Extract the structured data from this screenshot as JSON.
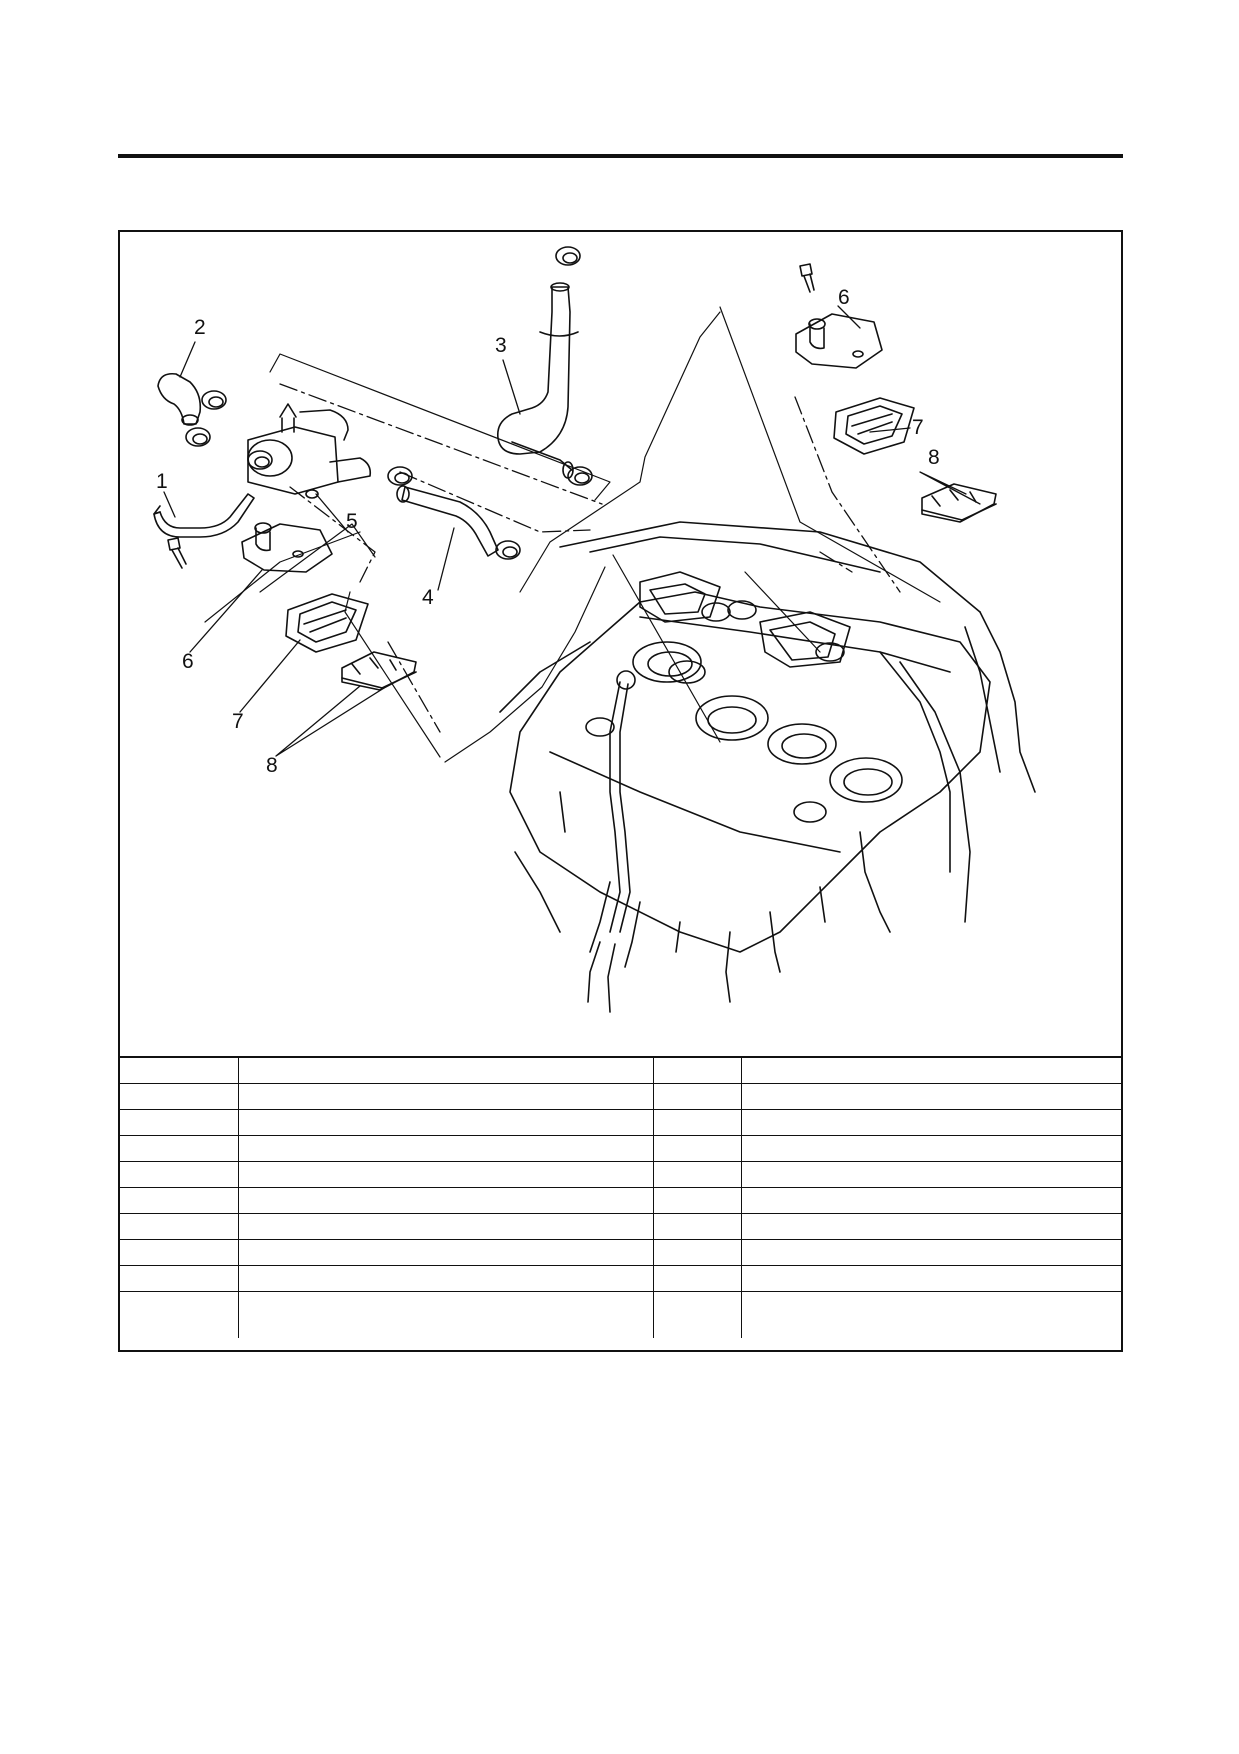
{
  "callouts": {
    "c1": "1",
    "c2": "2",
    "c3": "3",
    "c4": "4",
    "c5": "5",
    "c6a": "6",
    "c6b": "6",
    "c7a": "7",
    "c7b": "7",
    "c8a": "8",
    "c8b": "8"
  },
  "table": {
    "header": [
      "",
      "",
      "",
      ""
    ],
    "rows": [
      [
        "",
        "",
        "",
        ""
      ],
      [
        "",
        "",
        "",
        ""
      ],
      [
        "",
        "",
        "",
        ""
      ],
      [
        "",
        "",
        "",
        ""
      ],
      [
        "",
        "",
        "",
        ""
      ],
      [
        "",
        "",
        "",
        ""
      ],
      [
        "",
        "",
        "",
        ""
      ],
      [
        "",
        "",
        "",
        ""
      ],
      [
        "",
        "",
        "",
        ""
      ]
    ]
  }
}
